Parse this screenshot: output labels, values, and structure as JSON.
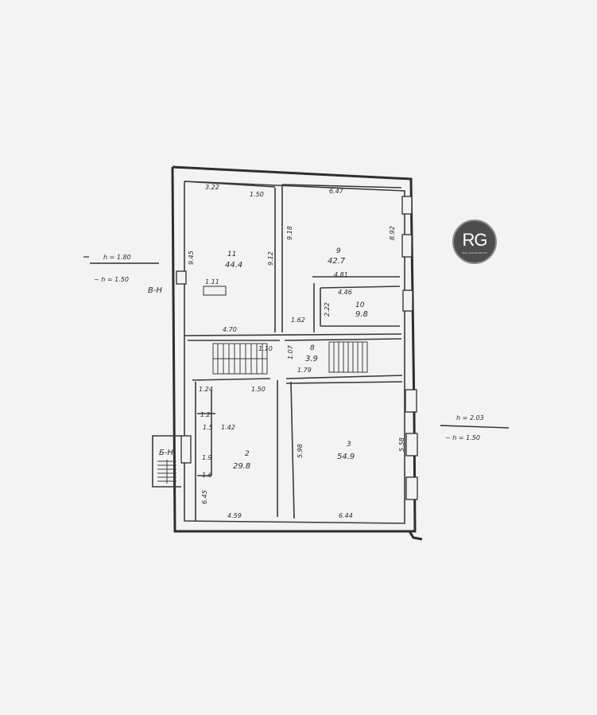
{
  "logo": {
    "text": "RG",
    "subtext": "REAL ESTATE GROUP"
  },
  "heights": {
    "left_top": "h = 1.80",
    "left_bottom": "~ h = 1.50",
    "right_top": "h = 2.03",
    "right_bottom": "~ h = 1.50"
  },
  "section_labels": {
    "left": "В-Н",
    "stair": "Б-Н"
  },
  "rooms": {
    "r11": {
      "number": "11",
      "area": "44.4"
    },
    "r9": {
      "number": "9",
      "area": "42.7"
    },
    "r10": {
      "number": "10",
      "area": "9.8"
    },
    "r8": {
      "number": "8",
      "area": "3.9"
    },
    "r2": {
      "number": "2",
      "area": "29.8"
    },
    "r3": {
      "number": "3",
      "area": "54.9"
    }
  },
  "dimensions": {
    "d_322": "3.22",
    "d_150a": "1.50",
    "d_647": "6.47",
    "d_945": "9.45",
    "d_912": "9.12",
    "d_918": "9.18",
    "d_892": "8.92",
    "d_111": "1.11",
    "d_470": "4.70",
    "d_162": "1.62",
    "d_481": "4.81",
    "d_446": "4.46",
    "d_222": "2.22",
    "d_110": "1.10",
    "d_107": "1.07",
    "d_179": "1.79",
    "d_124": "1.24",
    "d_150b": "1.50",
    "d_142": "1.42",
    "d_12": "1.2",
    "d_15": "1.5",
    "d_19": "1.9",
    "d_16": "1.6",
    "d_645": "6.45",
    "d_598": "5.98",
    "d_558": "5.58",
    "d_459": "4.59",
    "d_644": "6.44"
  }
}
